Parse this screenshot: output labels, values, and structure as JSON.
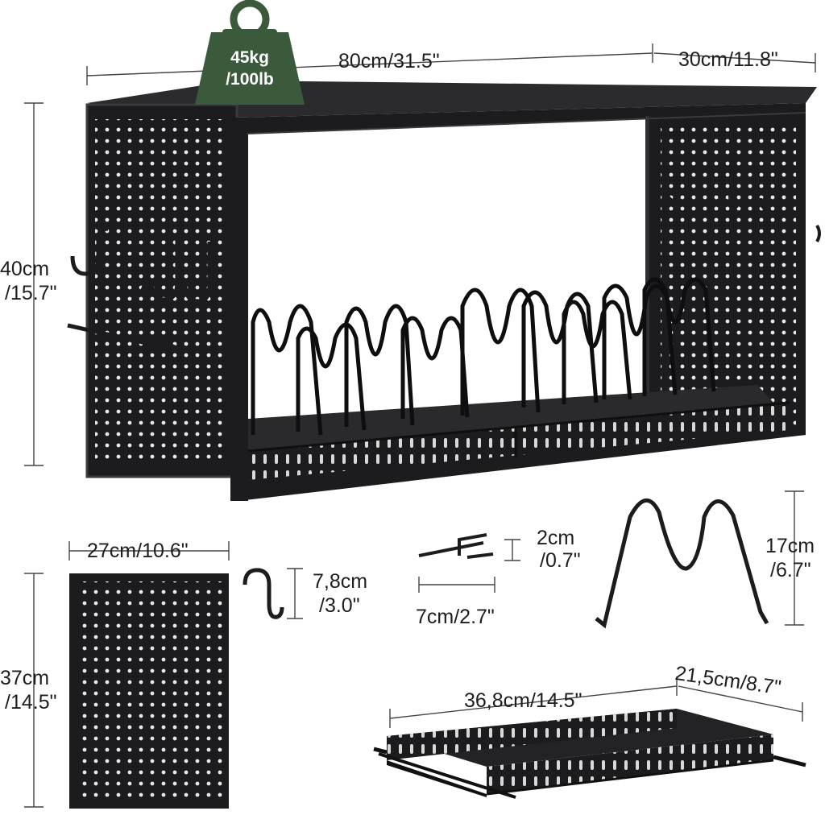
{
  "weight_badge": {
    "line1": "45kg",
    "line2": "/100lb",
    "color": "#3b5a3b"
  },
  "dimensions": {
    "width": "80cm/31.5\"",
    "depth": "30cm/11.8\"",
    "height_line1": "40cm",
    "height_line2": "/15.7\"",
    "pegboard_width": "27cm/10.6\"",
    "pegboard_height_line1": "37cm",
    "pegboard_height_line2": "/14.5\"",
    "s_hook_line1": "7,8cm",
    "s_hook_line2": "/3.0\"",
    "hook_height_line1": "2cm",
    "hook_height_line2": "/0.7\"",
    "hook_length": "7cm/2.7\"",
    "divider_line1": "17cm",
    "divider_line2": "/6.7\"",
    "tray_length": "36,8cm/14.5\"",
    "tray_width": "21,5cm/8.7\""
  },
  "colors": {
    "metal": "#1c1c1e",
    "edge": "#3a3a3c",
    "holes": "#e8e8e8",
    "dim_line": "#444444"
  }
}
